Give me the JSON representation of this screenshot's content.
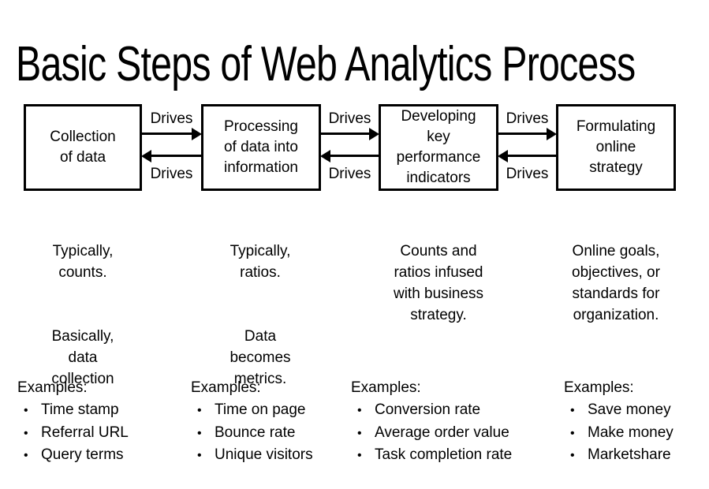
{
  "colors": {
    "background": "#ffffff",
    "ink": "#000000"
  },
  "title": "Basic Steps of Web Analytics Process",
  "bullet_char": "•",
  "columns": [
    {
      "box_label": "Collection\nof data",
      "desc_primary": "Typically,\ncounts.",
      "desc_secondary": "Basically,\ndata\ncollection",
      "examples_heading": "Examples:",
      "examples": [
        "Time stamp",
        "Referral URL",
        "Query terms"
      ]
    },
    {
      "box_label": "Processing\nof data into\ninformation",
      "desc_primary": "Typically,\nratios.",
      "desc_secondary": "Data\nbecomes\nmetrics.",
      "examples_heading": "Examples:",
      "examples": [
        "Time on page",
        "Bounce rate",
        "Unique visitors"
      ]
    },
    {
      "box_label": "Developing\nkey\nperformance\nindicators",
      "desc_primary": "Counts and\nratios infused\nwith business\nstrategy.",
      "desc_secondary": "",
      "examples_heading": "Examples:",
      "examples": [
        "Conversion rate",
        "Average order value",
        "Task completion rate"
      ]
    },
    {
      "box_label": "Formulating\nonline\nstrategy",
      "desc_primary": "Online goals,\nobjectives, or\nstandards for\norganization.",
      "desc_secondary": "",
      "examples_heading": "Examples:",
      "examples": [
        "Save money",
        "Make money",
        "Marketshare"
      ]
    }
  ],
  "connectors": [
    {
      "top_label": "Drives",
      "bottom_label": "Drives"
    },
    {
      "top_label": "Drives",
      "bottom_label": "Drives"
    },
    {
      "top_label": "Drives",
      "bottom_label": "Drives"
    }
  ]
}
